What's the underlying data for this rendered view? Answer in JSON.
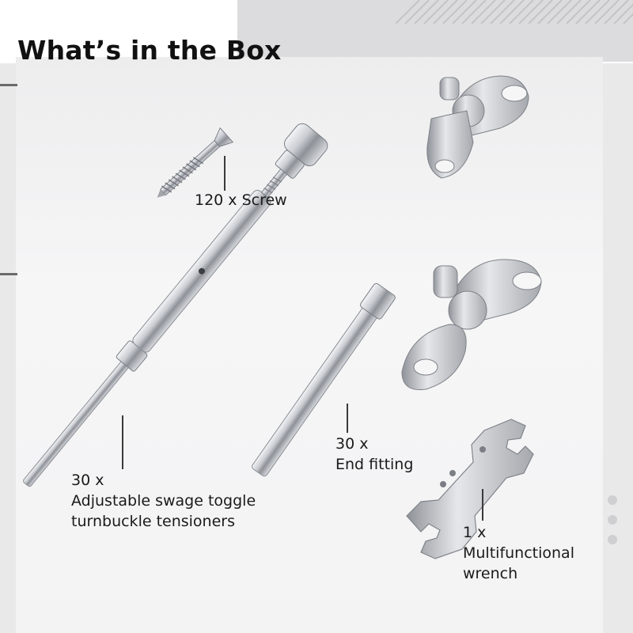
{
  "title": "What’s in the Box",
  "items": {
    "screw": {
      "lines": [
        "120 x Screw"
      ]
    },
    "turnbuckle": {
      "lines": [
        "30 x",
        "Adjustable swage toggle",
        "turnbuckle tensioners"
      ]
    },
    "end_fitting": {
      "lines": [
        "30 x",
        "End fitting"
      ]
    },
    "wrench": {
      "lines": [
        "1 x",
        "Multifunctional",
        "wrench"
      ]
    }
  },
  "icons": [
    "screw-icon",
    "turnbuckle-icon",
    "end-fitting-icon",
    "wrench-icon"
  ],
  "pager": {
    "dot_count": 3
  },
  "colors": {
    "title": "#111111",
    "steel": "#b9bcc1",
    "background": "#f4f4f5"
  }
}
